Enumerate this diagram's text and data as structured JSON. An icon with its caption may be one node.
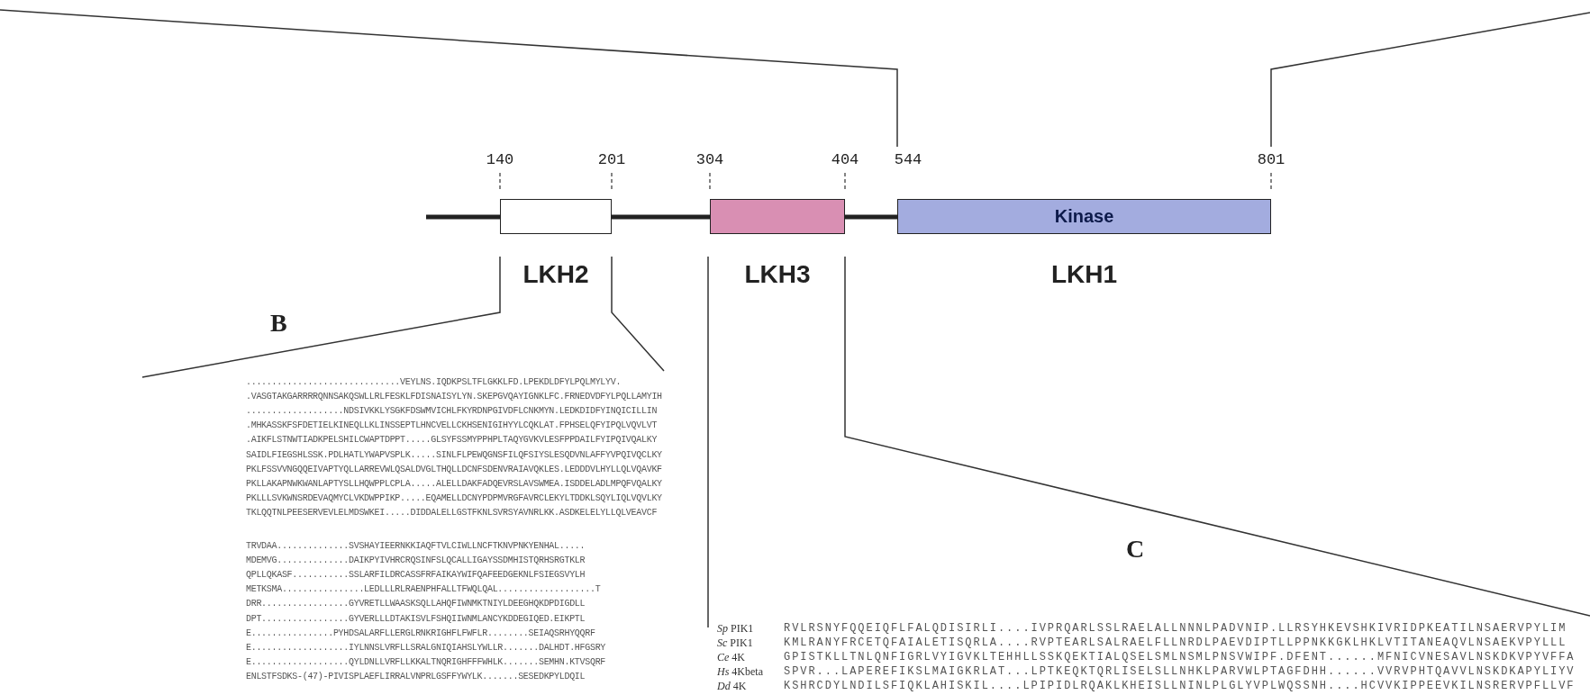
{
  "diagram": {
    "nodes": [
      {
        "text": [
          "LKH2"
        ],
        "beside": [
          "140",
          "201"
        ]
      },
      {
        "text": [
          "LKH3"
        ],
        "beside": [
          "304",
          "404"
        ]
      },
      {
        "text": [
          "Kinase",
          "LKH1"
        ],
        "beside": [
          "544",
          "801"
        ]
      }
    ],
    "edges": [],
    "labels": [
      "B",
      "..............................VEYLNS.IQDKPSLTFLGKKLFD.LPEKDLDFYLPQLMYLYV.",
      ".VASGTAKGARRRRQNNSAKQSWLLRLFESKLFDISNAISYLYN.SKEPGVQAYIGNKLFC.FRNEDVDFYLPQLLAMYIH",
      "...................NDSIVKKLYSGKFDSWMVICHLFKYRDNPGIVDFLCNKMYN.LEDKDIDFYINQICILLIN",
      ".MHKASSKFSFDETIELKINEQLLKLINSSEPTLHNCVELLCKHSENIGIHYYLCQKLAT.FPHSELQFYIPQLVQVLVT",
      ".AIKFLSTNWTIADKPELSHILCWAPTDPPT.....GLSYFSSMYPPHPLTAQYGVKVLESFPPDAILFYIPQIVQALKY",
      "SAIDLFIEGSHLSSK.PDLHATLYWAPVSPLK.....SINLFLPEWQGNSFILQFSIYSLESQDVNLAFFYVPQIVQCLKY",
      "PKLFSSVVNGQQEIVAPTYQLLARREVWLQSALDVGLTHQLLDCNFSDENVRAIAVQKLES.LEDDDVLHYLLQLVQAVKF",
      "PKLLAKAPNWKWANLAPTYSLLHQWPPLCPLA.....ALELLDAKFADQEVRSLAVSWMEA.ISDDELADLMPQFVQALKY",
      "PKLLLSVKWNSRDEVAQMYCLVKDWPPIKP.....EQAMELLDCNYPDPMVRGFAVRCLEKYLTDDKLSQYLIQLVQVLKY",
      "TKLQQTNLPEESERVEVLELMDSWKEI.....DIDDALELLGSTFKNLSVRSYAVNRLKK.ASDKELELYLLQLVEAVCF",
      "TRVDAA..............SVSHAYIEERNKKIAQFTVLCIWLLNCFTKNVPNKYENHAL.....",
      "MDEMVG..............DAIKPYIVHRCRQSINFSLQCALLIGAYSSDMHISTQRHSRGTKLR",
      "QPLLQKASF...........SSLARFILDRCASSFRFAIKAYWIFQAFEEDGEKNLFSIEGSVYLH",
      "METKSMA................LEDLLLRLRAENPHFALLTFWQLQAL...................T",
      "DRR.................GYVRETLLWAASKSQLLAHQFIWNMKTNIYLDEEGHQKDPDIGDLL",
      "DPT.................GYVERLLLDTAKISVLFSHQIIWNMLANCYKDDEGIQED.EIKPTL",
      "E................PYHDSALARFLLERGLRNKRIGHFLFWFLR........SEIAQSRHYQQRF",
      "E...................IYLNNSLVRFLLSRALGNIQIAHSLYWLLR.......DALHDT.HFGSRY",
      "E...................QYLDNLLVRFLLKKALTNQRIGHFFFWHLK.......SEMHN.KTVSQRF",
      "ENLSTFSDKS-(47)-PIVISPLAEFLIRRALVNPRLGSFFYWYLK.......SESEDKPYLDQIL",
      "C",
      "*Sp* PIK1",
      "*Sc* PIK1",
      "*Ce* 4K",
      "*Hs* 4Kbeta",
      "*Dd* 4K",
      "RVLRSNYFQQEIQFLFALQDISIRLI....IVPRQARLSSLRAELALLNNNLPADVNIP.LLRSYHKEVSHKIVRIDPKEATILNSAERVPYLIM",
      "KMLRANYFRCETQFAIALETISQRLA....RVPTEARLSALRAELFLLNRDLPAEVDIPTLLPPNKKGKLHKLVTITANEAQVLNSAEKVPYLLL",
      "GPISTKLLTNLQNFIGRLVYIGVKLTEHHLLSSKQEKTIALQSELSMLNSMLPNSVWIPF.DFENT......MFNICVNESAVLNSKDKVPYVFFA",
      "SPVR...LAPEREFIKSLMAIGKRLAT...LPTKEQKTQRLISELSLLNHKLPARVWLPTAGFDHH......VVRVPHTQAVVLNSKDKAPYLIYV",
      "KSHRCDYLNDILSFIQKLAHISKIL....LPIPIDLRQAKLKHEISLLNINLPLGLYVPLWQSSNH....HCVVKIPPEEVKILNSRERVPFLLVF"
    ]
  }
}
